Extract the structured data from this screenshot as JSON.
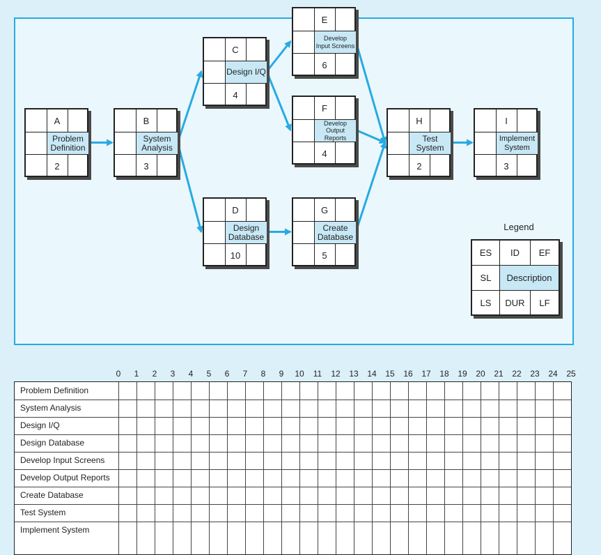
{
  "network": {
    "nodes": [
      {
        "id": "A",
        "description": "Problem\nDefinition",
        "duration": "2"
      },
      {
        "id": "B",
        "description": "System\nAnalysis",
        "duration": "3"
      },
      {
        "id": "C",
        "description": "Design I/Q",
        "duration": "4"
      },
      {
        "id": "D",
        "description": "Design\nDatabase",
        "duration": "10"
      },
      {
        "id": "E",
        "description": "Develop\nInput Screens",
        "duration": "6"
      },
      {
        "id": "F",
        "description": "Develop\nOutput Reports",
        "duration": "4"
      },
      {
        "id": "G",
        "description": "Create\nDatabase",
        "duration": "5"
      },
      {
        "id": "H",
        "description": "Test\nSystem",
        "duration": "2"
      },
      {
        "id": "I",
        "description": "Implement\nSystem",
        "duration": "3"
      }
    ],
    "edges": [
      [
        "A",
        "B"
      ],
      [
        "B",
        "C"
      ],
      [
        "B",
        "D"
      ],
      [
        "C",
        "E"
      ],
      [
        "C",
        "F"
      ],
      [
        "D",
        "G"
      ],
      [
        "E",
        "H"
      ],
      [
        "F",
        "H"
      ],
      [
        "G",
        "H"
      ],
      [
        "H",
        "I"
      ]
    ]
  },
  "legend": {
    "title": "Legend",
    "es": "ES",
    "id": "ID",
    "ef": "EF",
    "sl": "SL",
    "description": "Description",
    "ls": "LS",
    "dur": "DUR",
    "lf": "LF"
  },
  "gantt": {
    "ticks": [
      "0",
      "1",
      "2",
      "3",
      "4",
      "5",
      "6",
      "7",
      "8",
      "9",
      "10",
      "11",
      "12",
      "13",
      "14",
      "15",
      "16",
      "17",
      "18",
      "19",
      "20",
      "21",
      "22",
      "23",
      "24",
      "25"
    ],
    "rows": [
      "Problem Definition",
      "System Analysis",
      "Design I/Q",
      "Design Database",
      "Develop Input Screens",
      "Develop Output Reports",
      "Create Database",
      "Test System",
      "Implement System"
    ]
  },
  "colors": {
    "accent": "#27aae1",
    "highlight": "#c8e8f6",
    "background": "#dcf0fa"
  }
}
